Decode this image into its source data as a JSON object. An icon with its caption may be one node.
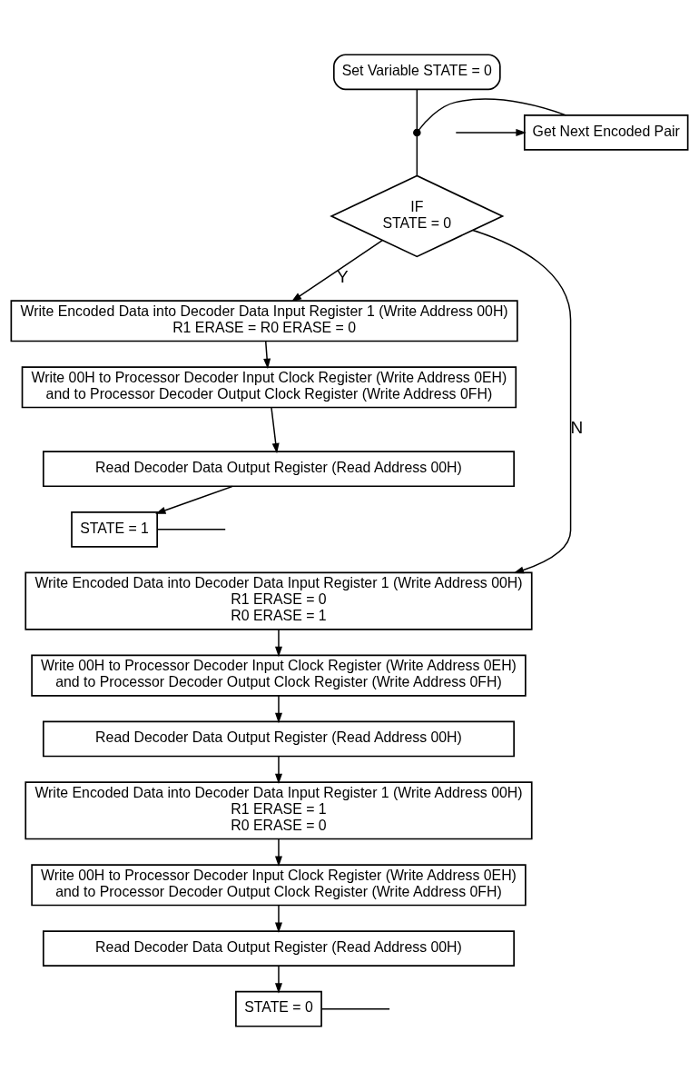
{
  "diagram": {
    "nodes": [
      {
        "text": [
          "Set Variable STATE = 0"
        ]
      },
      {
        "text": [],
        "shape": "dot"
      },
      {
        "text": [
          "Get Next Encoded Pair"
        ]
      },
      {
        "text": [
          "IF",
          "STATE = 0"
        ]
      },
      {
        "text": [
          "Write Encoded Data into Decoder Data Input Register 1 (Write Address 00H)",
          "R1 ERASE = R0 ERASE = 0"
        ]
      },
      {
        "text": [
          "Write 00H to Processor Decoder Input Clock Register (Write Address 0EH) and to Processor Decoder Output Clock Register (Write Address 0FH)"
        ]
      },
      {
        "text": [
          "Read Decoder Data Output Register (Read Address 00H)"
        ]
      },
      {
        "text": [
          "STATE = 1"
        ]
      },
      {
        "text": [
          "Write Encoded Data into Decoder Data Input Register 1 (Write Address 00H)",
          "R1 ERASE = 0",
          "R0 ERASE = 1"
        ]
      },
      {
        "text": [
          "Write 00H to Processor Decoder Input Clock Register (Write Address 0EH) and to Processor Decoder Output Clock Register (Write Address 0FH)"
        ]
      },
      {
        "text": [
          "Read Decoder Data Output Register (Read Address 00H)"
        ]
      },
      {
        "text": [
          "Write Encoded Data into Decoder Data Input Register 1 (Write Address 00H)",
          "R1 ERASE = 1",
          "R0 ERASE = 0"
        ]
      },
      {
        "text": [
          "Write 00H to Processor Decoder Input Clock Register (Write Address 0EH) and to Processor Decoder Output Clock Register (Write Address 0FH)"
        ]
      },
      {
        "text": [
          "Read Decoder Data Output Register (Read Address 00H)"
        ]
      },
      {
        "text": [
          "STATE = 0"
        ]
      }
    ],
    "edges": [
      {
        "from": 0,
        "to": 1,
        "arrow": "none"
      },
      {
        "from": 2,
        "to": 1,
        "arrow": "none"
      },
      {
        "from": 1,
        "to": 3,
        "arrow": "none"
      },
      {
        "from": null,
        "to": 2,
        "arrow": "to"
      },
      {
        "from": 3,
        "to": 4,
        "arrow": "to",
        "label": "Y"
      },
      {
        "from": 3,
        "to": 8,
        "arrow": "to",
        "label": "N"
      },
      {
        "from": 4,
        "to": 5,
        "arrow": "to"
      },
      {
        "from": 5,
        "to": 6,
        "arrow": "to"
      },
      {
        "from": 6,
        "to": 7,
        "arrow": "to"
      },
      {
        "from": 7,
        "to": null,
        "arrow": "none"
      },
      {
        "from": 8,
        "to": 9,
        "arrow": "to"
      },
      {
        "from": 9,
        "to": 10,
        "arrow": "to"
      },
      {
        "from": 10,
        "to": 11,
        "arrow": "to"
      },
      {
        "from": 11,
        "to": 12,
        "arrow": "to"
      },
      {
        "from": 12,
        "to": 13,
        "arrow": "to"
      },
      {
        "from": 13,
        "to": 14,
        "arrow": "to"
      },
      {
        "from": 14,
        "to": null,
        "arrow": "none"
      }
    ]
  }
}
